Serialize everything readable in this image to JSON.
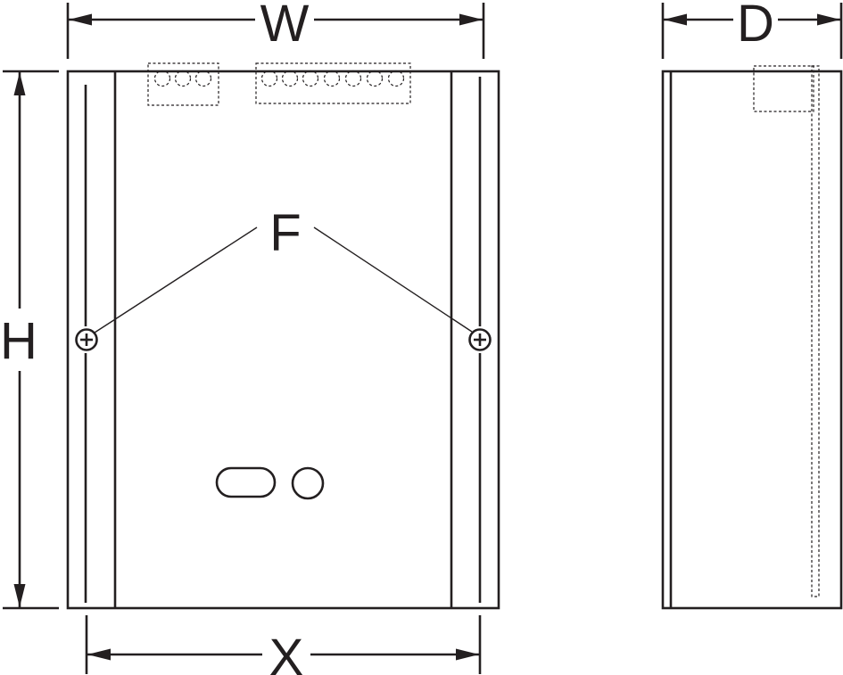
{
  "labels": {
    "width": "W",
    "depth": "D",
    "height": "H",
    "fixing": "F",
    "centres": "X"
  },
  "colors": {
    "ink": "#231f20",
    "background": "#ffffff"
  }
}
